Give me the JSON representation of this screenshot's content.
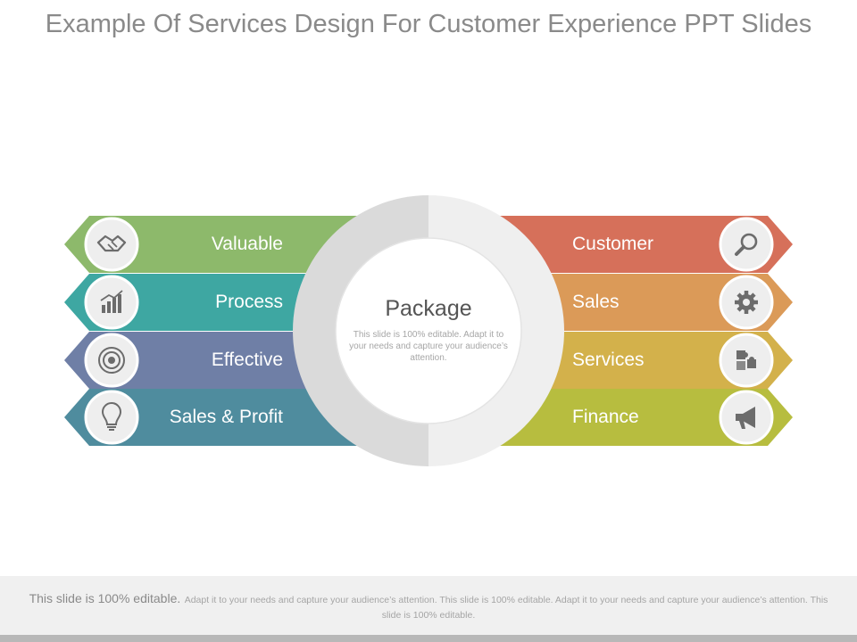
{
  "slide": {
    "title": "Example Of Services Design For Customer Experience PPT Slides"
  },
  "center": {
    "title": "Package",
    "description": "This slide is 100% editable. Adapt it to your needs and capture your audience’s attention."
  },
  "left_items": [
    {
      "label": "Valuable",
      "icon": "handshake-icon",
      "color": "#8db96b"
    },
    {
      "label": "Process",
      "icon": "bar-chart-icon",
      "color": "#3ea7a2"
    },
    {
      "label": "Effective",
      "icon": "target-icon",
      "color": "#6f7fa6"
    },
    {
      "label": "Sales & Profit",
      "icon": "lightbulb-icon",
      "color": "#4f8c9e"
    }
  ],
  "right_items": [
    {
      "label": "Customer",
      "icon": "search-icon",
      "color": "#d6705a"
    },
    {
      "label": "Sales",
      "icon": "gear-icon",
      "color": "#db9a58"
    },
    {
      "label": "Services",
      "icon": "puzzle-icon",
      "color": "#d3b14b"
    },
    {
      "label": "Finance",
      "icon": "megaphone-icon",
      "color": "#b7bd3f"
    }
  ],
  "footer": {
    "lead": "This slide is 100% editable.",
    "rest": "Adapt it to your needs and capture your audience’s attention. This slide is 100% editable. Adapt it to your needs and capture your audience’s attention. This slide is 100% editable."
  }
}
